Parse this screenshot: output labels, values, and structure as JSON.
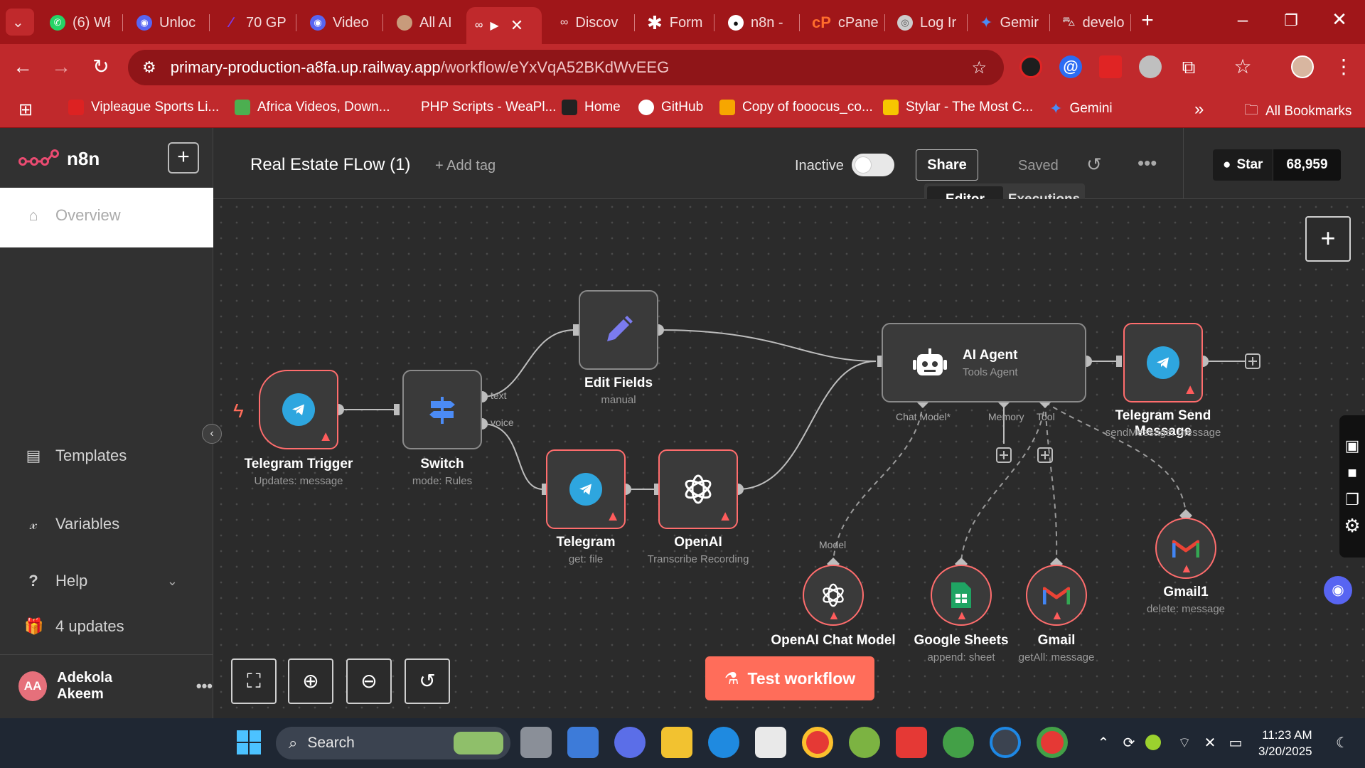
{
  "browser": {
    "tabs": [
      {
        "label": "(6) Wł",
        "icon": "whatsapp-icon",
        "color": "#25d366"
      },
      {
        "label": "Unloc",
        "icon": "discord-icon",
        "color": "#5865f2"
      },
      {
        "label": "70 GP",
        "icon": "pen-icon",
        "color": "#7c3aed"
      },
      {
        "label": "Video",
        "icon": "discord-icon",
        "color": "#5865f2"
      },
      {
        "label": "All AI",
        "icon": "avatar-icon",
        "color": "#c89b7b"
      },
      {
        "label": "",
        "icon": "n8n-icon",
        "color": "#ea4b71"
      },
      {
        "label": "Discov",
        "icon": "n8n-icon",
        "color": "#ea4b71"
      },
      {
        "label": "Form",
        "icon": "asterisk-icon",
        "color": "#ffffff"
      },
      {
        "label": "n8n -",
        "icon": "github-icon",
        "color": "#ffffff"
      },
      {
        "label": "cPane",
        "icon": "cpanel-icon",
        "color": "#ff6c2c"
      },
      {
        "label": "Log Ir",
        "icon": "globe-icon",
        "color": "#cccccc"
      },
      {
        "label": "Gemir",
        "icon": "gemini-icon",
        "color": "#4b8bf5"
      },
      {
        "label": "develo",
        "icon": "car-icon",
        "color": "#cccccc"
      }
    ],
    "url_host": "primary-production-a8fa.up.railway.app",
    "url_path": "/workflow/eYxVqA52BKdWvEEG",
    "bookmarks": [
      {
        "label": "Vipleague Sports Li...",
        "color": "#d22"
      },
      {
        "label": "Africa Videos, Down...",
        "color": "#4caf50"
      },
      {
        "label": "PHP Scripts - WeaPl...",
        "color": ""
      },
      {
        "label": "Home",
        "color": "#222"
      },
      {
        "label": "GitHub",
        "color": "#fff"
      },
      {
        "label": "Copy of fooocus_co...",
        "color": "#f7a600"
      },
      {
        "label": "Stylar - The Most C...",
        "color": "#f7c600"
      },
      {
        "label": "Gemini",
        "color": "#4b8bf5"
      }
    ],
    "all_bookmarks": "All Bookmarks"
  },
  "app": {
    "brand": "n8n",
    "sidebar": {
      "overview": "Overview",
      "templates": "Templates",
      "variables": "Variables",
      "help": "Help",
      "updates": "4 updates",
      "user_initials": "AA",
      "user_name": "Adekola Akeem"
    },
    "header": {
      "workflow_title": "Real Estate FLow (1)",
      "add_tag": "+ Add tag",
      "status": "Inactive",
      "share": "Share",
      "saved": "Saved",
      "star": "Star",
      "star_count": "68,959",
      "tab_editor": "Editor",
      "tab_executions": "Executions"
    },
    "nodes": {
      "telegram_trigger": {
        "name": "Telegram Trigger",
        "sub": "Updates: message"
      },
      "switch": {
        "name": "Switch",
        "sub": "mode: Rules",
        "out1": "text",
        "out2": "voice"
      },
      "edit_fields": {
        "name": "Edit Fields",
        "sub": "manual"
      },
      "telegram": {
        "name": "Telegram",
        "sub": "get: file"
      },
      "openai": {
        "name": "OpenAI",
        "sub": "Transcribe Recording"
      },
      "ai_agent": {
        "name": "AI Agent",
        "sub": "Tools Agent",
        "port_chat": "Chat Model*",
        "port_memory": "Memory",
        "port_tool": "Tool"
      },
      "telegram_send": {
        "name": "Telegram Send Message",
        "sub": "sendMessage: message"
      },
      "openai_chat": {
        "name": "OpenAI Chat Model",
        "port": "Model"
      },
      "google_sheets": {
        "name": "Google Sheets",
        "sub": "append: sheet"
      },
      "gmail": {
        "name": "Gmail",
        "sub": "getAll: message"
      },
      "gmail1": {
        "name": "Gmail1",
        "sub": "delete: message"
      }
    },
    "test_workflow": "Test workflow"
  },
  "taskbar": {
    "search": "Search",
    "time": "11:23 AM",
    "date": "3/20/2025"
  }
}
